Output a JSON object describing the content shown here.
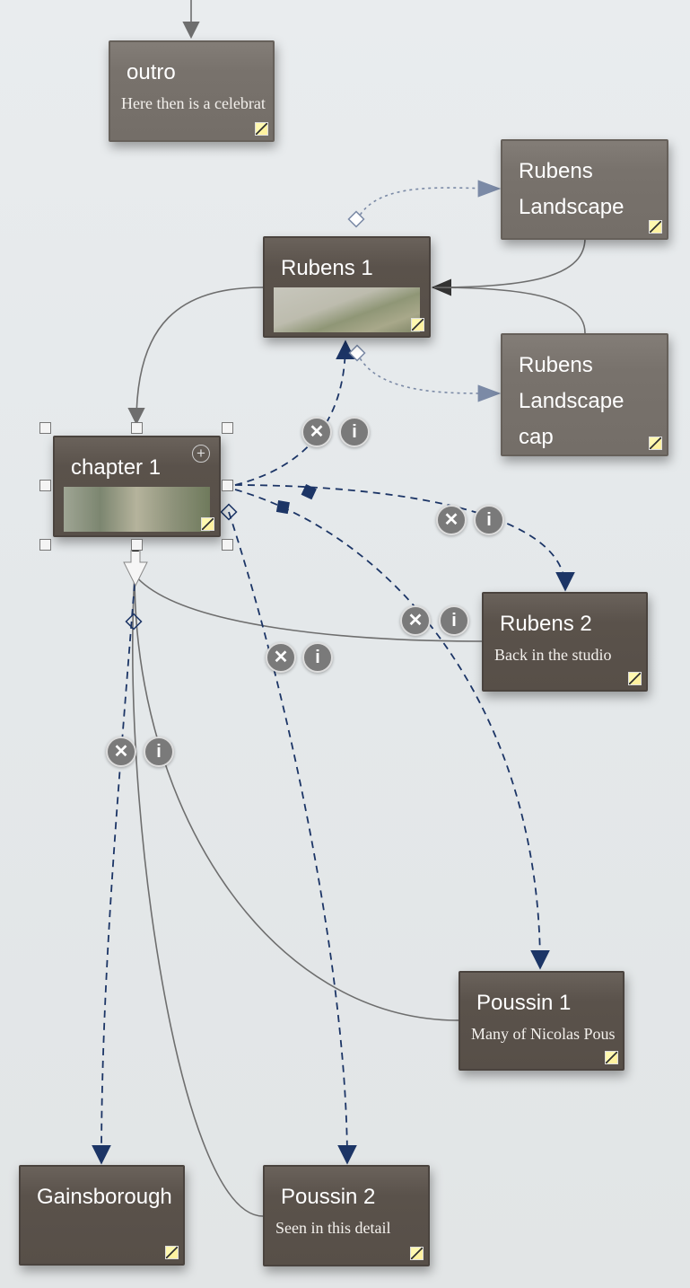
{
  "notes": {
    "outro": {
      "title": "outro",
      "body": "Here then is a celebration"
    },
    "rubens_landscape": {
      "title": "Rubens Landscape"
    },
    "rubens1": {
      "title": "Rubens 1"
    },
    "rubens_landscape_cap": {
      "title": "Rubens Landscape cap"
    },
    "chapter1": {
      "title": "chapter 1"
    },
    "rubens2": {
      "title": "Rubens 2",
      "body": "Back in the studio"
    },
    "poussin1": {
      "title": "Poussin 1",
      "body": "Many of Nicolas Poussin"
    },
    "gainsborough": {
      "title": "Gainsborough"
    },
    "poussin2": {
      "title": "Poussin 2",
      "body": "Seen in this detail"
    }
  },
  "controls": {
    "delete_glyph": "✕",
    "info_glyph": "i",
    "expand_glyph": "+"
  },
  "colors": {
    "link_navy": "#1c3566",
    "link_gray": "#6e6e6e",
    "link_dotted": "#7b8aa6",
    "note_dark": "#5a524b",
    "note_light": "#78726c"
  }
}
